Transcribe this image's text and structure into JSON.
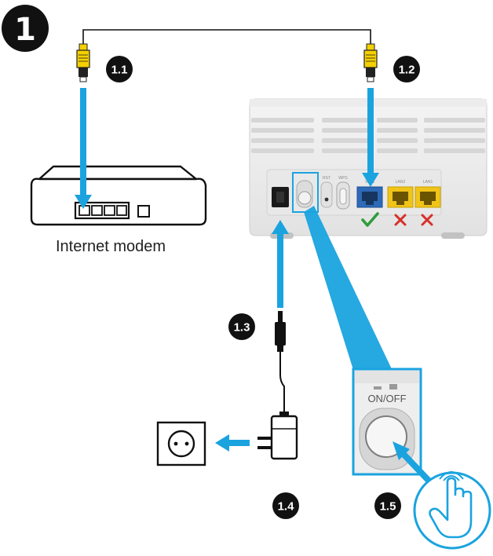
{
  "step_number": "1",
  "callouts": {
    "c11": "1.1",
    "c12": "1.2",
    "c13": "1.3",
    "c14": "1.4",
    "c15": "1.5"
  },
  "modem_caption": "Internet modem",
  "router_ports": {
    "wan": "WAN",
    "lan2": "LAN2",
    "lan1": "LAN1",
    "rst": "RST",
    "wps": "WPS",
    "power_switch": "ON/OFF"
  },
  "port_status": {
    "wan": "check-icon",
    "lan2": "cross-icon",
    "lan1": "cross-icon"
  },
  "colors": {
    "arrow_blue": "#1aa3df",
    "cable_yellow": "#f5d000",
    "badge_black": "#111111",
    "wan_port_blue": "#2d6ab8",
    "lan_port_yellow": "#f0c419",
    "ok_green": "#2e9d3a",
    "error_red": "#d7302a"
  }
}
